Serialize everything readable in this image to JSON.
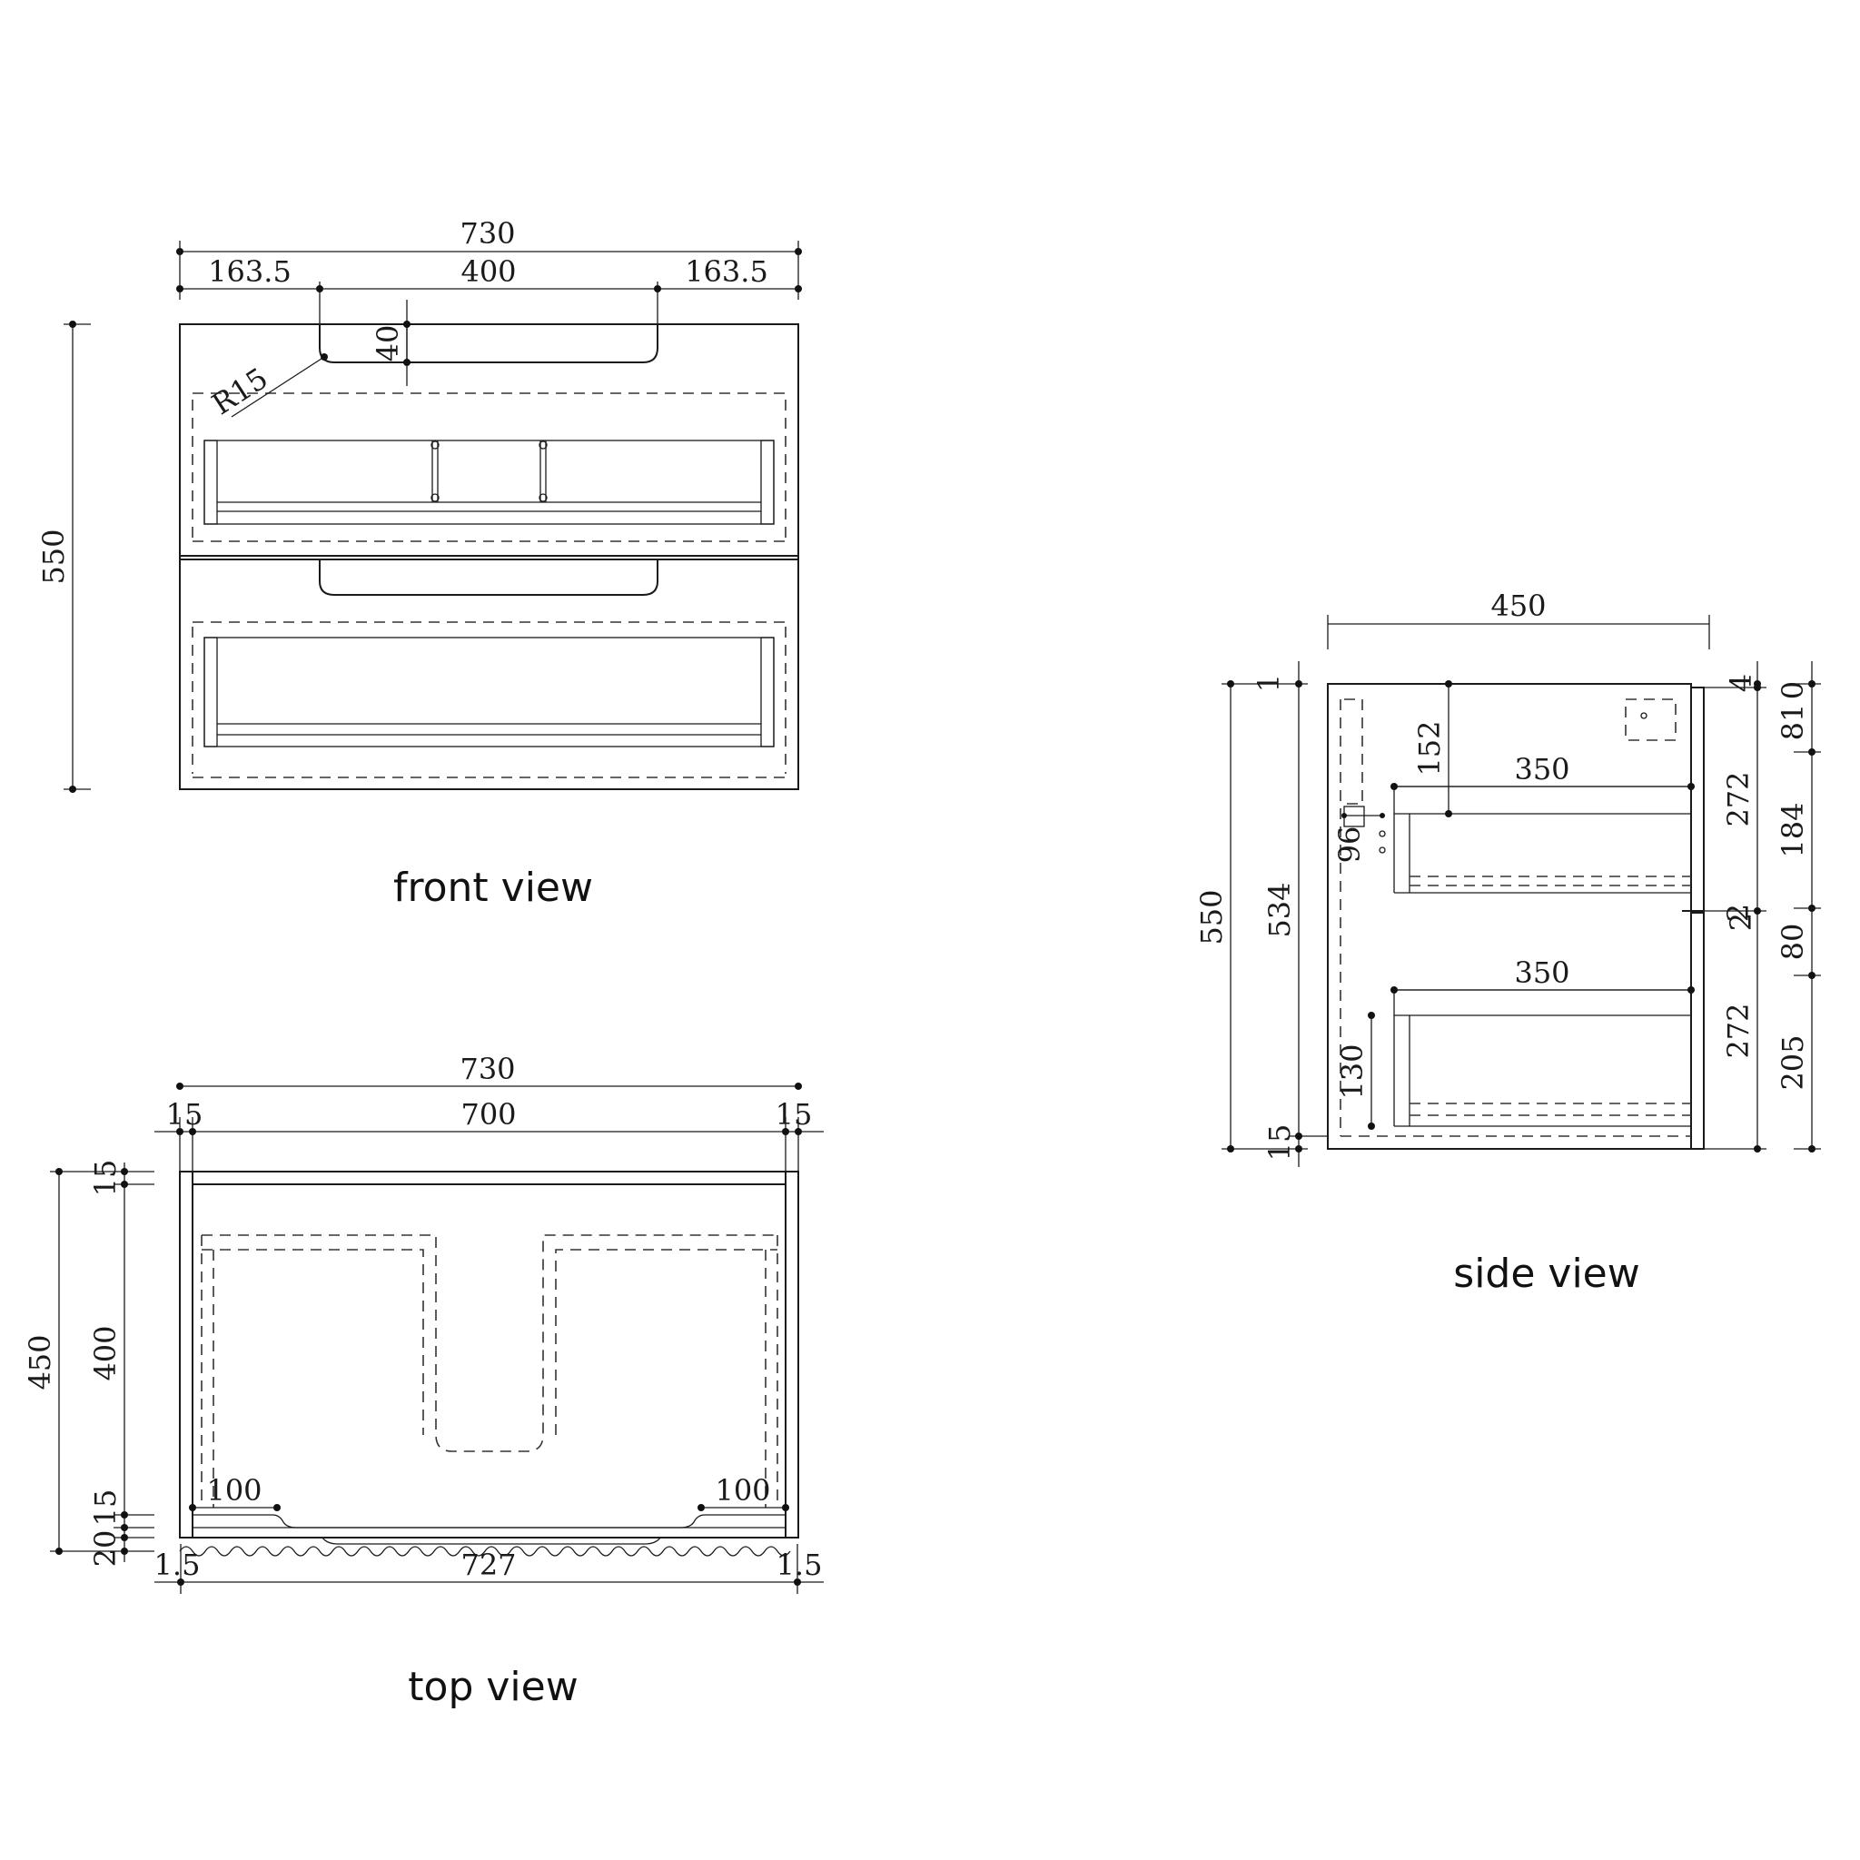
{
  "front_view": {
    "caption": "front view",
    "dims": {
      "overall_width": "730",
      "left_margin": "163.5",
      "handle_width": "400",
      "right_margin": "163.5",
      "handle_depth": "40",
      "radius": "R15",
      "height": "550"
    }
  },
  "top_view": {
    "caption": "top view",
    "dims": {
      "overall_width": "730",
      "side_left": "15",
      "inner_width": "700",
      "side_right": "15",
      "back_panel": "15",
      "depth": "450",
      "inner_depth": "400",
      "front_gap": "15",
      "front_offset": "20",
      "notch_left": "100",
      "notch_right": "100",
      "clearance_left": "1.5",
      "front_width": "727",
      "clearance_right": "1.5"
    }
  },
  "side_view": {
    "caption": "side view",
    "dims": {
      "depth": "450",
      "height": "550",
      "carcass_height": "534",
      "base": "15",
      "top_gap": "1",
      "drawer1_depth": "350",
      "drawer2_depth": "350",
      "top_offset": "152",
      "hardware": "96",
      "lower_offset": "130",
      "drawer1_front": "272",
      "drawer2_front": "272",
      "r_top": "4",
      "r_a": "0",
      "r_b": "81",
      "r_c": "184",
      "r_mid_a": "2",
      "r_mid_b": "2",
      "r_d": "80",
      "r_e": "205"
    }
  }
}
